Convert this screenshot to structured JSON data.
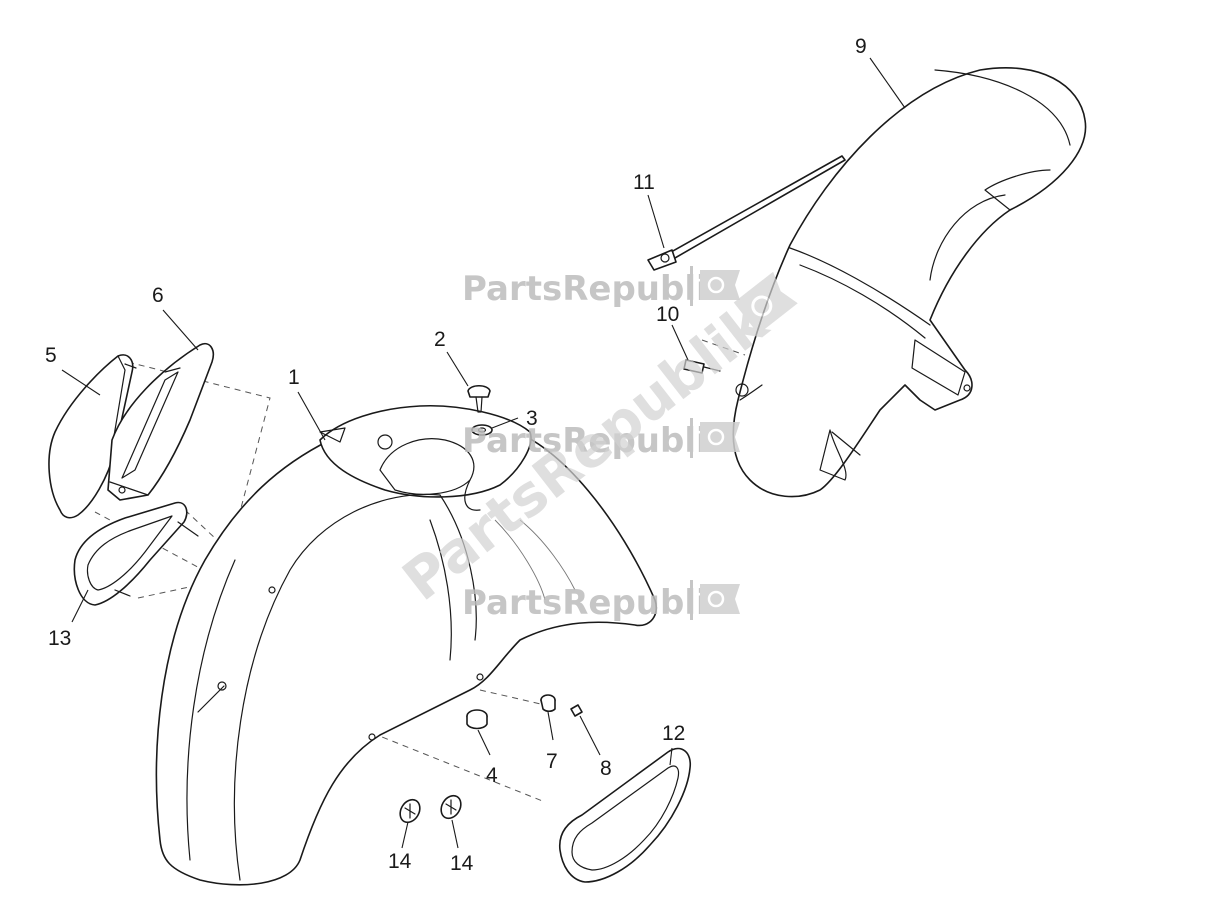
{
  "watermark": {
    "text": "PartsRepublik",
    "color": "#bdbdbd"
  },
  "callouts": {
    "n1": "1",
    "n2": "2",
    "n3": "3",
    "n4": "4",
    "n5": "5",
    "n6": "6",
    "n7": "7",
    "n8": "8",
    "n9": "9",
    "n10": "10",
    "n11": "11",
    "n12": "12",
    "n13": "13",
    "n14a": "14",
    "n14b": "14"
  },
  "icons": {
    "watermark_logo": "gear-flag-icon"
  },
  "colors": {
    "line": "#1a1a1a",
    "background": "#ffffff"
  }
}
